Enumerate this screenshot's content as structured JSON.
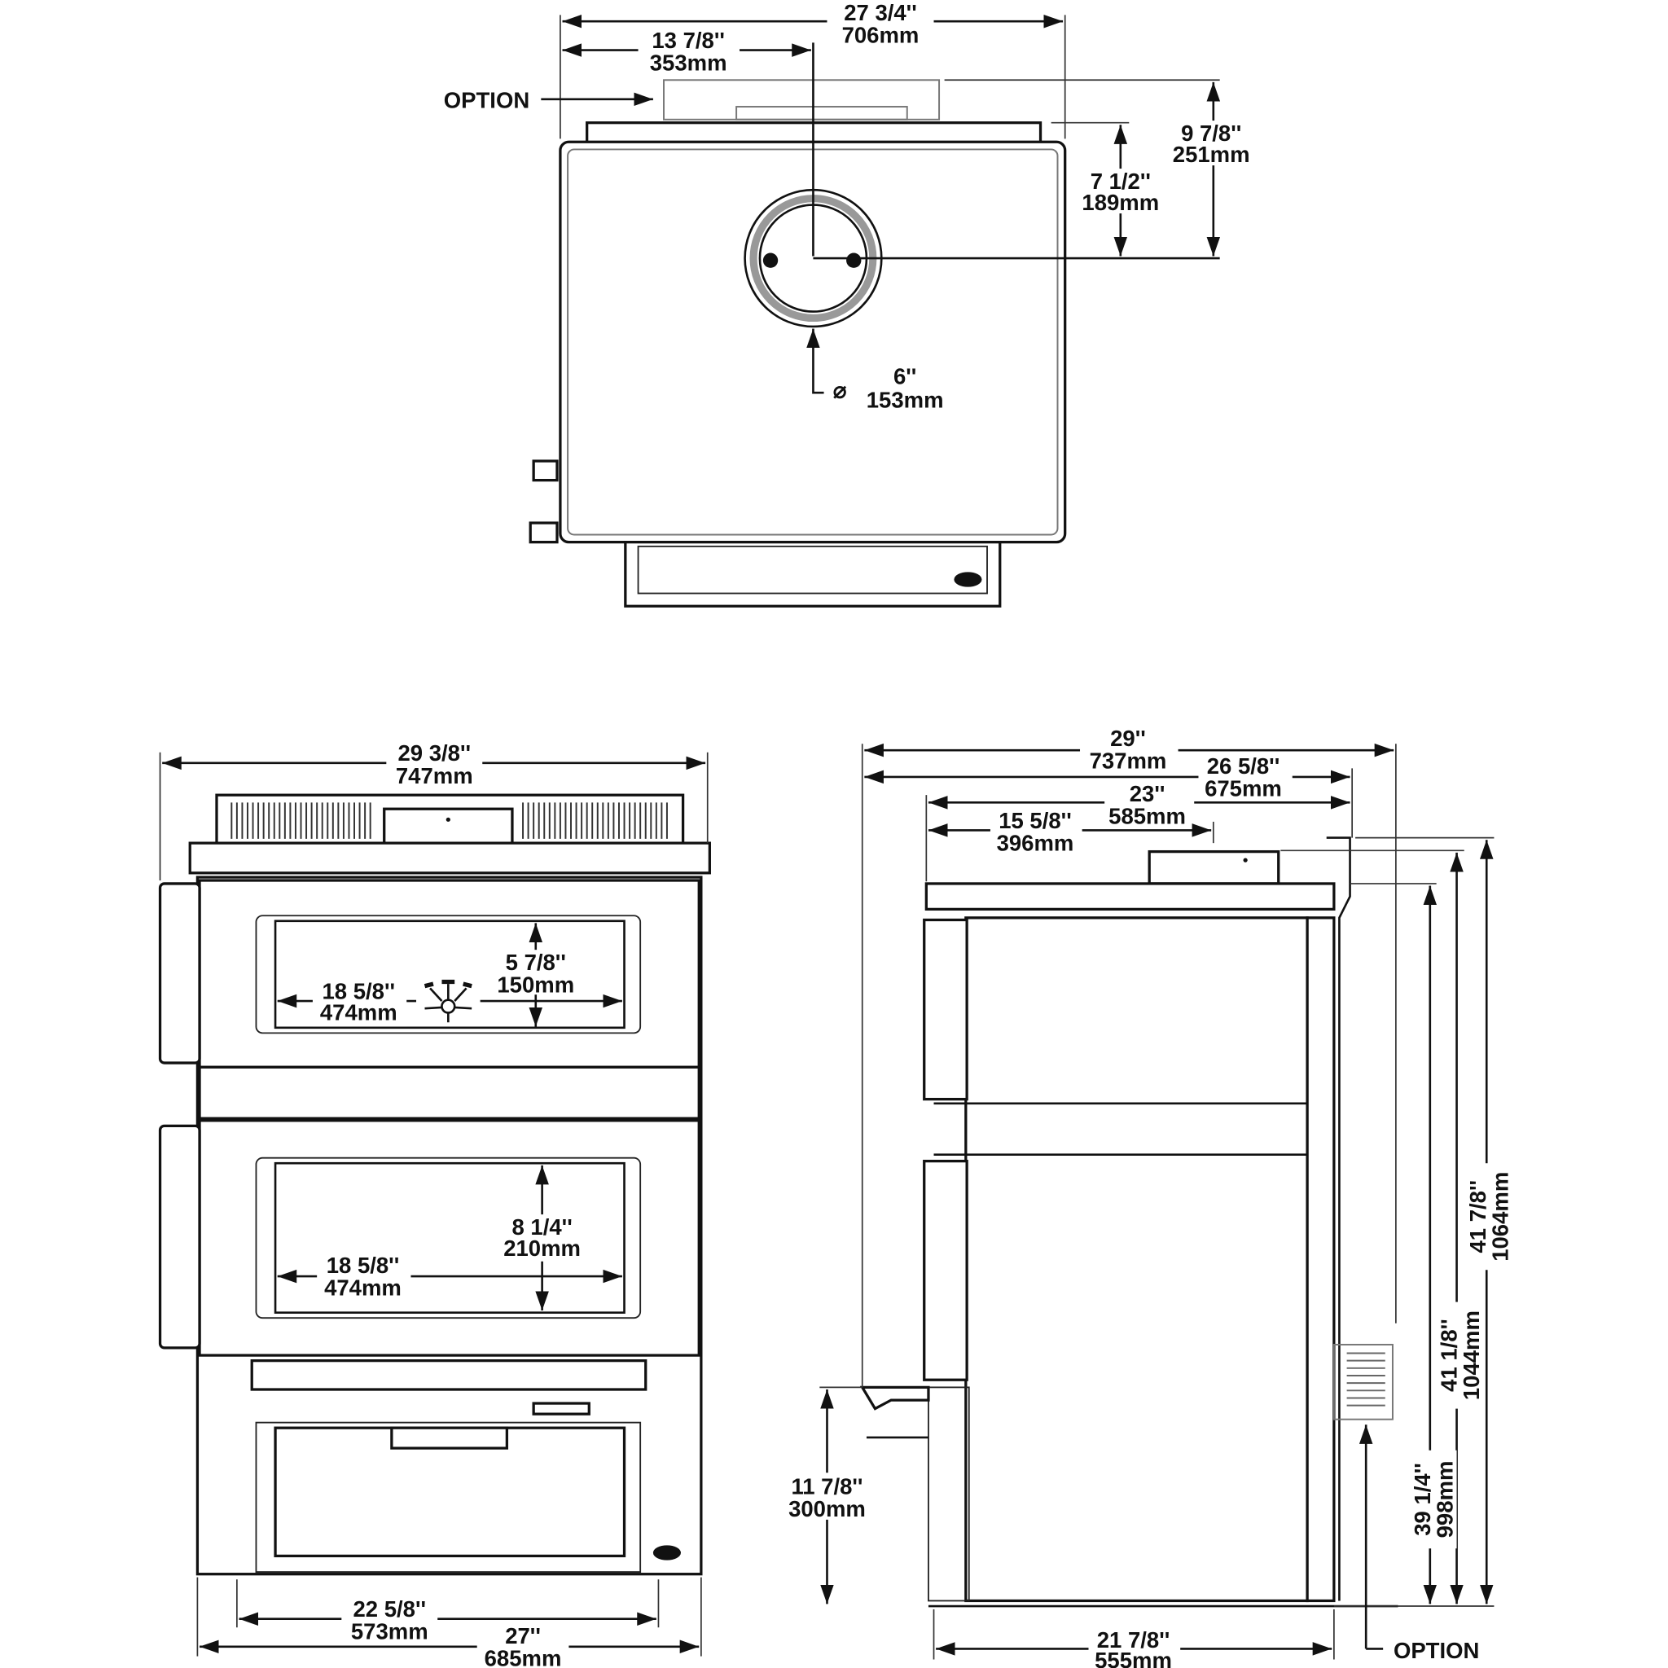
{
  "top_view": {
    "overall_width": {
      "in": "27 3/4''",
      "mm": "706mm"
    },
    "flue_offset_width": {
      "in": "13 7/8''",
      "mm": "353mm"
    },
    "option_label": "OPTION",
    "flue_depth_with_option": {
      "in": "9 7/8''",
      "mm": "251mm"
    },
    "flue_depth": {
      "in": "7 1/2''",
      "mm": "189mm"
    },
    "flue_diameter": {
      "symbol": "⌀",
      "in": "6''",
      "mm": "153mm"
    }
  },
  "front_view": {
    "overall_width": {
      "in": "29 3/8''",
      "mm": "747mm"
    },
    "upper_window_height": {
      "in": "5 7/8''",
      "mm": "150mm"
    },
    "upper_window_width": {
      "in": "18 5/8''",
      "mm": "474mm"
    },
    "lower_window_height": {
      "in": "8 1/4''",
      "mm": "210mm"
    },
    "lower_window_width": {
      "in": "18 5/8''",
      "mm": "474mm"
    },
    "ash_width": {
      "in": "22 5/8''",
      "mm": "573mm"
    },
    "base_width": {
      "in": "27''",
      "mm": "685mm"
    }
  },
  "side_view": {
    "overall_depth": {
      "in": "29''",
      "mm": "737mm"
    },
    "depth_to_rear": {
      "in": "26 5/8''",
      "mm": "675mm"
    },
    "body_depth": {
      "in": "23''",
      "mm": "585mm"
    },
    "flue_depth": {
      "in": "15 5/8''",
      "mm": "396mm"
    },
    "overall_height": {
      "in": "41 7/8''",
      "mm": "1064mm"
    },
    "flue_height": {
      "in": "41 1/8''",
      "mm": "1044mm"
    },
    "top_height": {
      "in": "39 1/4''",
      "mm": "998mm"
    },
    "shelf_height": {
      "in": "11 7/8''",
      "mm": "300mm"
    },
    "base_depth": {
      "in": "21 7/8''",
      "mm": "555mm"
    },
    "option_label": "OPTION"
  }
}
